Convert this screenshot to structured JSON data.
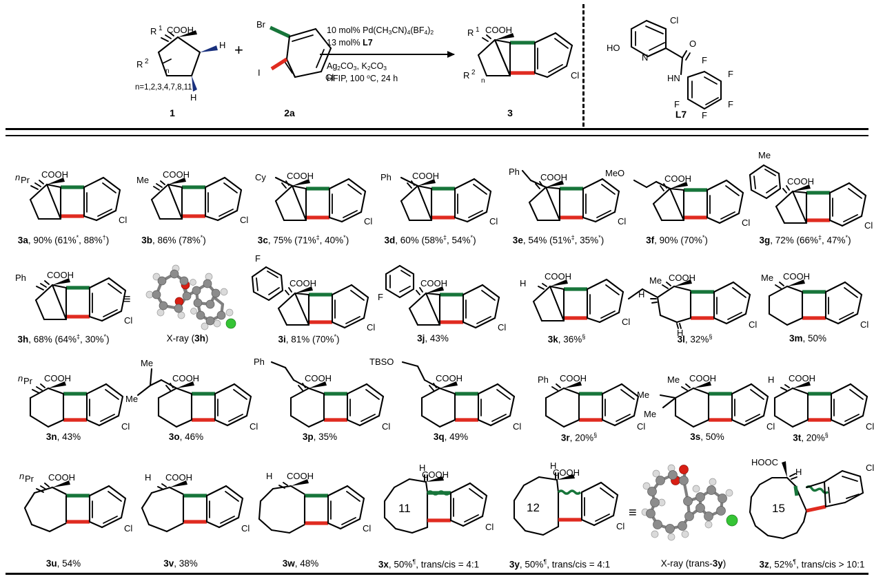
{
  "scheme": {
    "reaction": {
      "substrate_label": "1",
      "substrate_n_values": "n=1,2,3,4,7,8,11",
      "substrate_groups": {
        "r1": "R",
        "r1_sup": "1",
        "r2": "R",
        "r2_sup": "2",
        "cooh": "COOH",
        "h1": "H",
        "h2": "H"
      },
      "plus_symbol": "+",
      "aryl_label": "2a",
      "aryl_atoms": {
        "br": "Br",
        "i": "I",
        "cl": "Cl"
      },
      "product_label": "3",
      "product_groups": {
        "r1": "R",
        "r1_sup": "1",
        "r2": "R",
        "r2_sup": "2",
        "cooh": "COOH",
        "cl": "Cl"
      },
      "conditions_above": [
        "10 mol% Pd(CH3CN)4(BF4)2",
        "13 mol% L7"
      ],
      "conditions_below": [
        "Ag2CO3, K2CO3",
        "HFIP, 100 °C, 24 h"
      ],
      "catalyst_text": "10 mol% Pd(CH",
      "ligand_loading": "13 mol%",
      "ligand_name": "L7"
    },
    "ligand": {
      "label": "L7",
      "atoms": {
        "ho": "HO",
        "n": "N",
        "cl": "Cl",
        "o": "O",
        "hn": "HN",
        "f1": "F",
        "f2": "F",
        "f3": "F",
        "f4": "F",
        "f5": "F"
      }
    }
  },
  "colors": {
    "green_bond": "#17753a",
    "red_bond": "#e02b20",
    "blue_wedge": "#19307d",
    "chlorine": "#35c435",
    "oxygen": "#d81f14"
  },
  "products": [
    {
      "id": "3a",
      "caption_html": "<b>3a</b>, 90% (61%*, 88%†)",
      "name_bold": "3a",
      "yield": "90%",
      "extra": "(61%*, 88%†)",
      "substituent": "nPr",
      "ring": "cyclopentane",
      "halide": "Cl",
      "acid": "COOH"
    },
    {
      "id": "3b",
      "caption_html": "<b>3b</b>, 86% (78%*)",
      "name_bold": "3b",
      "yield": "86%",
      "extra": "(78%*)",
      "substituent": "Me",
      "ring": "cyclopentane",
      "halide": "Cl",
      "acid": "COOH"
    },
    {
      "id": "3c",
      "caption_html": "<b>3c</b>, 75% (71%‡, 40%*)",
      "name_bold": "3c",
      "yield": "75%",
      "extra": "(71%‡, 40%*)",
      "substituent": "Cy",
      "ring": "cyclopentane",
      "halide": "Cl",
      "acid": "COOH"
    },
    {
      "id": "3d",
      "caption_html": "<b>3d</b>, 60% (58%‡, 54%*)",
      "name_bold": "3d",
      "yield": "60%",
      "extra": "(58%‡, 54%*)",
      "substituent": "Ph",
      "ring": "cyclopentane",
      "halide": "Cl",
      "acid": "COOH"
    },
    {
      "id": "3e",
      "caption_html": "<b>3e</b>, 54% (51%‡, 35%*)",
      "name_bold": "3e",
      "yield": "54%",
      "extra": "(51%‡, 35%*)",
      "substituent": "Ph",
      "ring": "cyclopentane",
      "halide": "Cl",
      "acid": "COOH"
    },
    {
      "id": "3f",
      "caption_html": "<b>3f</b>, 90% (70%*)",
      "name_bold": "3f",
      "yield": "90%",
      "extra": "(70%*)",
      "substituent": "MeO",
      "ring": "cyclopentane",
      "halide": "Cl",
      "acid": "COOH"
    },
    {
      "id": "3g",
      "caption_html": "<b>3g</b>, 72% (66%‡, 47%*)",
      "name_bold": "3g",
      "yield": "72%",
      "extra": "(66%‡, 47%*)",
      "substituent": "Me",
      "ring": "cyclopentane",
      "halide": "Cl",
      "acid": "COOH"
    },
    {
      "id": "3h",
      "caption_html": "<b>3h</b>, 68% (64%‡, 30%*)",
      "name_bold": "3h",
      "yield": "68%",
      "extra": "(64%‡, 30%*)",
      "substituent": "Ph",
      "ring": "cyclopentane",
      "halide": "Cl",
      "acid": "COOH"
    },
    {
      "id": "3i",
      "caption_html": "<b>3i</b>, 81% (70%*)",
      "name_bold": "3i",
      "yield": "81%",
      "extra": "(70%*)",
      "substituent": "F",
      "ring": "cyclopentane",
      "halide": "Cl",
      "acid": "COOH"
    },
    {
      "id": "3j",
      "caption_html": "<b>3j</b>, 43%",
      "name_bold": "3j",
      "yield": "43%",
      "extra": "",
      "substituent": "F",
      "ring": "cyclopentane",
      "halide": "Cl",
      "acid": "COOH"
    },
    {
      "id": "3k",
      "caption_html": "<b>3k</b>, 36%§",
      "name_bold": "3k",
      "yield": "36%§",
      "extra": "",
      "substituent": "H",
      "ring": "cyclopentane",
      "halide": "Cl",
      "acid": "COOH"
    },
    {
      "id": "3l",
      "caption_html": "<b>3l</b>, 32%§",
      "name_bold": "3l",
      "yield": "32%§",
      "extra": "",
      "substituent": "Me",
      "ring": "fused-cyclohexane",
      "halide": "Cl",
      "acid": "COOH"
    },
    {
      "id": "3m",
      "caption_html": "<b>3m</b>, 50%",
      "name_bold": "3m",
      "yield": "50%",
      "extra": "",
      "substituent": "Me",
      "ring": "cyclohexane",
      "halide": "Cl",
      "acid": "COOH"
    },
    {
      "id": "3n",
      "caption_html": "<b>3n</b>, 43%",
      "name_bold": "3n",
      "yield": "43%",
      "extra": "",
      "substituent": "nPr",
      "ring": "cyclohexane",
      "halide": "Cl",
      "acid": "COOH"
    },
    {
      "id": "3o",
      "caption_html": "<b>3o</b>, 46%",
      "name_bold": "3o",
      "yield": "46%",
      "extra": "",
      "substituent": "iBu",
      "ring": "cyclohexane",
      "halide": "Cl",
      "acid": "COOH"
    },
    {
      "id": "3p",
      "caption_html": "<b>3p</b>, 35%",
      "name_bold": "3p",
      "yield": "35%",
      "extra": "",
      "substituent": "Ph",
      "ring": "cyclohexane",
      "halide": "Cl",
      "acid": "COOH"
    },
    {
      "id": "3q",
      "caption_html": "<b>3q</b>, 49%",
      "name_bold": "3q",
      "yield": "49%",
      "extra": "",
      "substituent": "TBSO",
      "ring": "cyclohexane",
      "halide": "Cl",
      "acid": "COOH"
    },
    {
      "id": "3r",
      "caption_html": "<b>3r</b>, 20%§",
      "name_bold": "3r",
      "yield": "20%§",
      "extra": "",
      "substituent": "Ph",
      "ring": "cyclohexane",
      "halide": "Cl",
      "acid": "COOH"
    },
    {
      "id": "3s",
      "caption_html": "<b>3s</b>, 50%",
      "name_bold": "3s",
      "yield": "50%",
      "extra": "",
      "substituent": "Me",
      "ring": "dimethylcyclohexane",
      "halide": "Cl",
      "acid": "COOH"
    },
    {
      "id": "3t",
      "caption_html": "<b>3t</b>, 20%§",
      "name_bold": "3t",
      "yield": "20%§",
      "extra": "",
      "substituent": "H",
      "ring": "cyclohexane",
      "halide": "Cl",
      "acid": "COOH"
    },
    {
      "id": "3u",
      "caption_html": "<b>3u</b>, 54%",
      "name_bold": "3u",
      "yield": "54%",
      "extra": "",
      "substituent": "nPr",
      "ring": "cycloheptane",
      "halide": "Cl",
      "acid": "COOH"
    },
    {
      "id": "3v",
      "caption_html": "<b>3v</b>, 38%",
      "name_bold": "3v",
      "yield": "38%",
      "extra": "",
      "substituent": "H",
      "ring": "cycloheptane",
      "halide": "Cl",
      "acid": "COOH"
    },
    {
      "id": "3w",
      "caption_html": "<b>3w</b>, 48%",
      "name_bold": "3w",
      "yield": "48%",
      "extra": "",
      "substituent": "H",
      "ring": "cyclooctane",
      "halide": "Cl",
      "acid": "COOH"
    },
    {
      "id": "3x",
      "caption_html": "<b>3x</b>, 50%¶, trans/cis = 4:1",
      "name_bold": "3x",
      "yield": "50%¶",
      "extra": "trans/cis = 4:1",
      "substituent": "H",
      "ring": "11",
      "halide": "Cl",
      "acid": "COOH"
    },
    {
      "id": "3y",
      "caption_html": "<b>3y</b>, 50%¶, trans/cis = 4:1",
      "name_bold": "3y",
      "yield": "50%¶",
      "extra": "trans/cis = 4:1",
      "substituent": "H",
      "ring": "12",
      "halide": "Cl",
      "acid": "COOH"
    },
    {
      "id": "3z",
      "caption_html": "<b>3z</b>, 52%¶, trans/cis > 10:1",
      "name_bold": "3z",
      "yield": "52%¶",
      "extra": "trans/cis > 10:1",
      "substituent": "H",
      "ring": "15",
      "halide": "Cl",
      "acid": "HOOC"
    }
  ],
  "captions": {
    "c3a": "3a, 90% (61%*, 88%†)",
    "c3b": "3b, 86% (78%*)",
    "c3c": "3c, 75% (71%‡, 40%*)",
    "c3d": "3d, 60% (58%‡, 54%*)",
    "c3e": "3e, 54% (51%‡, 35%*)",
    "c3f": "3f, 90% (70%*)",
    "c3g": "3g, 72% (66%‡, 47%*)",
    "c3h": "3h, 68% (64%‡, 30%*)",
    "c3i": "3i, 81% (70%*)",
    "c3j": "3j, 43%",
    "c3k": "3k, 36%§",
    "c3l": "3l, 32%§",
    "c3m": "3m, 50%",
    "c3n": "3n, 43%",
    "c3o": "3o, 46%",
    "c3p": "3p, 35%",
    "c3q": "3q, 49%",
    "c3r": "3r, 20%§",
    "c3s": "3s, 50%",
    "c3t": "3t, 20%§",
    "c3u": "3u, 54%",
    "c3v": "3v, 38%",
    "c3w": "3w, 48%",
    "c3x": "3x, 50%¶, trans/cis = 4:1",
    "c3y": "3y, 50%¶, trans/cis = 4:1",
    "c3z": "3z, 52%¶, trans/cis > 10:1",
    "xray_3h": "X-ray (3h)",
    "xray_3y": "X-ray (trans-3y)"
  },
  "ring_numbers": {
    "eleven": "11",
    "twelve": "12",
    "fifteen": "15"
  },
  "equiv_symbol": "≡",
  "substituent_labels": {
    "nPr": "Pr",
    "n_italic": "n",
    "Me": "Me",
    "Cy": "Cy",
    "Ph": "Ph",
    "MeO": "MeO",
    "TBSO": "TBSO",
    "F": "F",
    "H": "H",
    "Cl": "Cl",
    "COOH": "COOH",
    "HOOC": "HOOC"
  }
}
